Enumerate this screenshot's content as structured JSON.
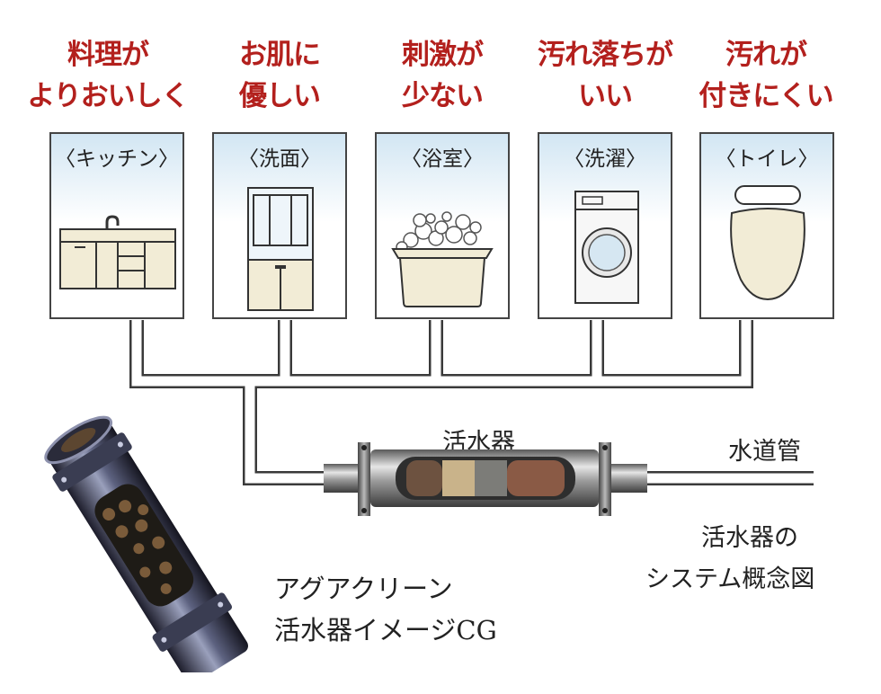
{
  "benefits": [
    {
      "line1": "料理が",
      "line2": "よりおいしく"
    },
    {
      "line1": "お肌に",
      "line2": "優しい"
    },
    {
      "line1": "刺激が",
      "line2": "少ない"
    },
    {
      "line1": "汚れ落ちが",
      "line2": "いい"
    },
    {
      "line1": "汚れが",
      "line2": "付きにくい"
    }
  ],
  "rooms": [
    {
      "label": "〈キッチン〉",
      "icon": "kitchen-sink-icon"
    },
    {
      "label": "〈洗面〉",
      "icon": "washstand-icon"
    },
    {
      "label": "〈浴室〉",
      "icon": "bathtub-icon"
    },
    {
      "label": "〈洗濯〉",
      "icon": "washing-machine-icon"
    },
    {
      "label": "〈トイレ〉",
      "icon": "toilet-icon"
    }
  ],
  "device_label": "活水器",
  "water_main_label": "水道管",
  "system_caption": {
    "line1": "活水器の",
    "line2": "システム概念図"
  },
  "cg_caption": {
    "line1": "アグアクリーン",
    "line2": "活水器イメージCG"
  },
  "colors": {
    "benefit_text": "#b3201d",
    "room_sky": "#d2e6f3",
    "fixture_fill": "#f2ecd6"
  }
}
